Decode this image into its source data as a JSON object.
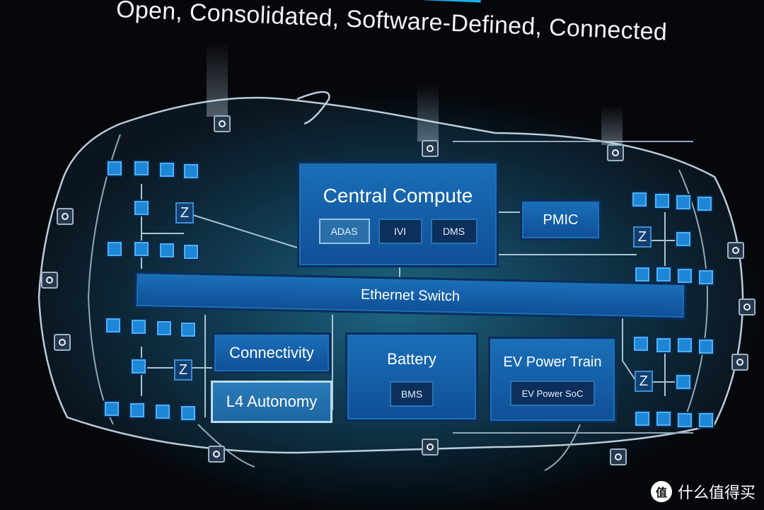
{
  "title": "Open, Consolidated, Software-Defined, Connected",
  "blocks": {
    "central_compute": "Central Compute",
    "adas": "ADAS",
    "ivi": "IVI",
    "dms": "DMS",
    "pmic": "PMIC",
    "ethernet_switch": "Ethernet Switch",
    "connectivity": "Connectivity",
    "l4_autonomy": "L4 Autonomy",
    "battery": "Battery",
    "bms": "BMS",
    "ev_power_train": "EV Power Train",
    "ev_power_soc": "EV Power SoC"
  },
  "zone_label": "Z",
  "watermark": "什么值得买",
  "watermark_logo": "值",
  "colors": {
    "accent": "#19b0e8",
    "block": "#1565b0",
    "background": "#05070b"
  }
}
